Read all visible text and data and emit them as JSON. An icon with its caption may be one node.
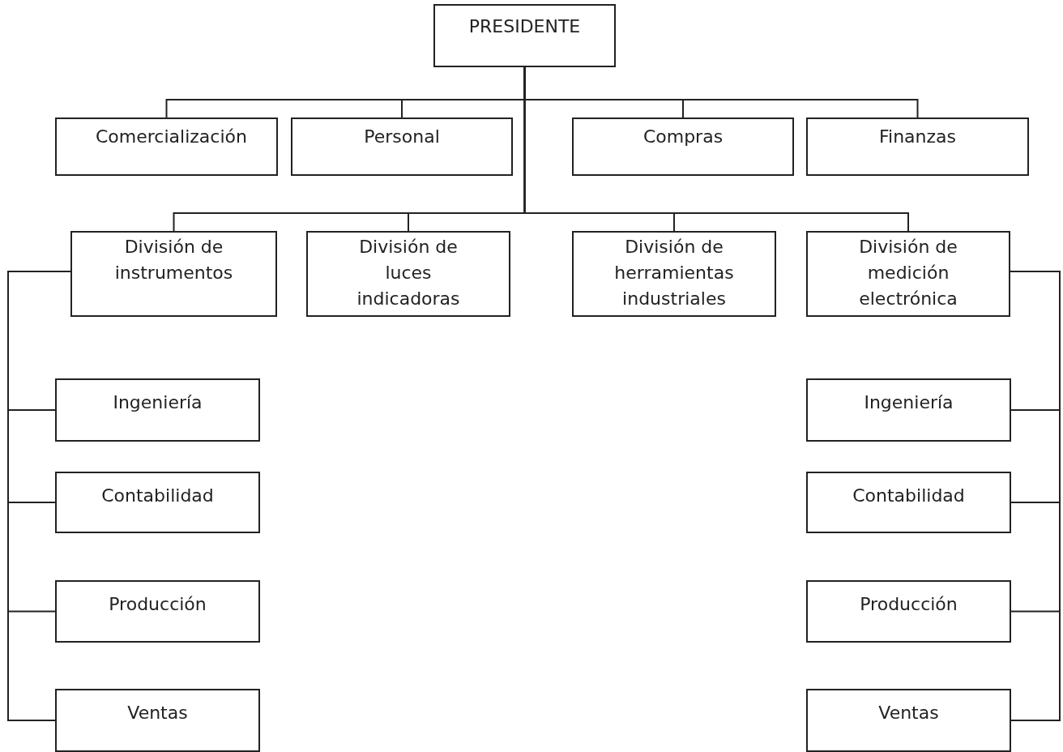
{
  "diagram": {
    "nodes": [
      {
        "text": [
          "PRESIDENTE"
        ]
      },
      {
        "text": [
          "Comercialización"
        ]
      },
      {
        "text": [
          "Personal"
        ]
      },
      {
        "text": [
          "Compras"
        ]
      },
      {
        "text": [
          "Finanzas"
        ]
      },
      {
        "text": [
          "División de instrumentos"
        ]
      },
      {
        "text": [
          "División de luces indicadoras"
        ]
      },
      {
        "text": [
          "División de herramientas industriales"
        ]
      },
      {
        "text": [
          "División de medición electrónica"
        ]
      },
      {
        "text": [
          "Ingeniería"
        ]
      },
      {
        "text": [
          "Contabilidad"
        ]
      },
      {
        "text": [
          "Producción"
        ]
      },
      {
        "text": [
          "Ventas"
        ]
      },
      {
        "text": [
          "Ingeniería"
        ]
      },
      {
        "text": [
          "Contabilidad"
        ]
      },
      {
        "text": [
          "Producción"
        ]
      },
      {
        "text": [
          "Ventas"
        ]
      }
    ],
    "edges": [
      {
        "from": 0,
        "to": 1,
        "arrow": "none"
      },
      {
        "from": 0,
        "to": 2,
        "arrow": "none"
      },
      {
        "from": 0,
        "to": 3,
        "arrow": "none"
      },
      {
        "from": 0,
        "to": 4,
        "arrow": "none"
      },
      {
        "from": 0,
        "to": 5,
        "arrow": "none"
      },
      {
        "from": 0,
        "to": 6,
        "arrow": "none"
      },
      {
        "from": 0,
        "to": 7,
        "arrow": "none"
      },
      {
        "from": 0,
        "to": 8,
        "arrow": "none"
      },
      {
        "from": 5,
        "to": 9,
        "arrow": "none"
      },
      {
        "from": 5,
        "to": 10,
        "arrow": "none"
      },
      {
        "from": 5,
        "to": 11,
        "arrow": "none"
      },
      {
        "from": 5,
        "to": 12,
        "arrow": "none"
      },
      {
        "from": 8,
        "to": 13,
        "arrow": "none"
      },
      {
        "from": 8,
        "to": 14,
        "arrow": "none"
      },
      {
        "from": 8,
        "to": 15,
        "arrow": "none"
      },
      {
        "from": 8,
        "to": 16,
        "arrow": "none"
      }
    ]
  }
}
